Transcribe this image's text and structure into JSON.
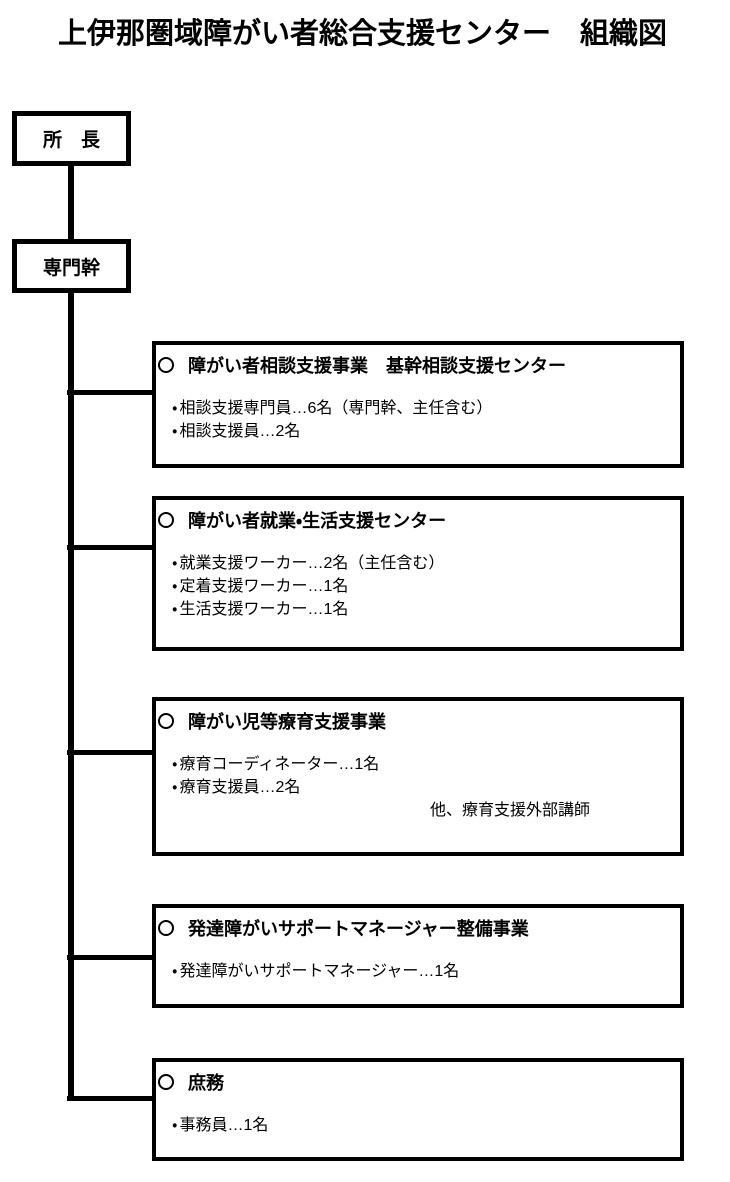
{
  "page": {
    "title": "上伊那圏域障がい者総合支援センター　組織図"
  },
  "colors": {
    "background": "#ffffff",
    "line": "#000000",
    "text": "#000000"
  },
  "icons": {
    "department_marker": "circle-outline"
  },
  "org": {
    "bullet": "・",
    "director": {
      "label": "所　長"
    },
    "deputy": {
      "label": "専門幹"
    },
    "departments": [
      {
        "title": "障がい者相談支援事業　基幹相談支援センター",
        "items": [
          "相談支援専門員…6名（専門幹、主任含む）",
          "相談支援員…2名"
        ]
      },
      {
        "title": "障がい者就業・生活支援センター",
        "items": [
          "就業支援ワーカー…2名（主任含む）",
          "定着支援ワーカー…1名",
          "生活支援ワーカー…1名"
        ]
      },
      {
        "title": "障がい児等療育支援事業",
        "items": [
          "療育コーディネーター…1名",
          "療育支援員…2名"
        ],
        "note": "他、療育支援外部講師"
      },
      {
        "title": "発達障がいサポートマネージャー整備事業",
        "items": [
          "発達障がいサポートマネージャー…1名"
        ]
      },
      {
        "title": "庶務",
        "items": [
          "事務員…1名"
        ]
      }
    ]
  }
}
